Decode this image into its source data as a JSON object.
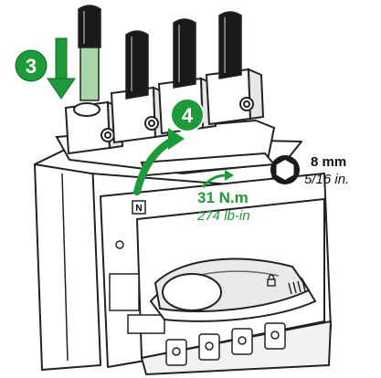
{
  "steps": {
    "step3": "3",
    "step4": "4"
  },
  "torque": {
    "metric": "31 N.m",
    "imperial": "274 lb-in"
  },
  "wrench": {
    "metric": "8 mm",
    "imperial": "5/16 in.",
    "icon": "hex-socket-icon"
  },
  "labels": {
    "neutral_marker": "N"
  },
  "colors": {
    "accent_green": "#1f9a3a",
    "light_green": "#a8d8a8",
    "cable_black": "#1a1a1a",
    "outline": "#222222"
  }
}
